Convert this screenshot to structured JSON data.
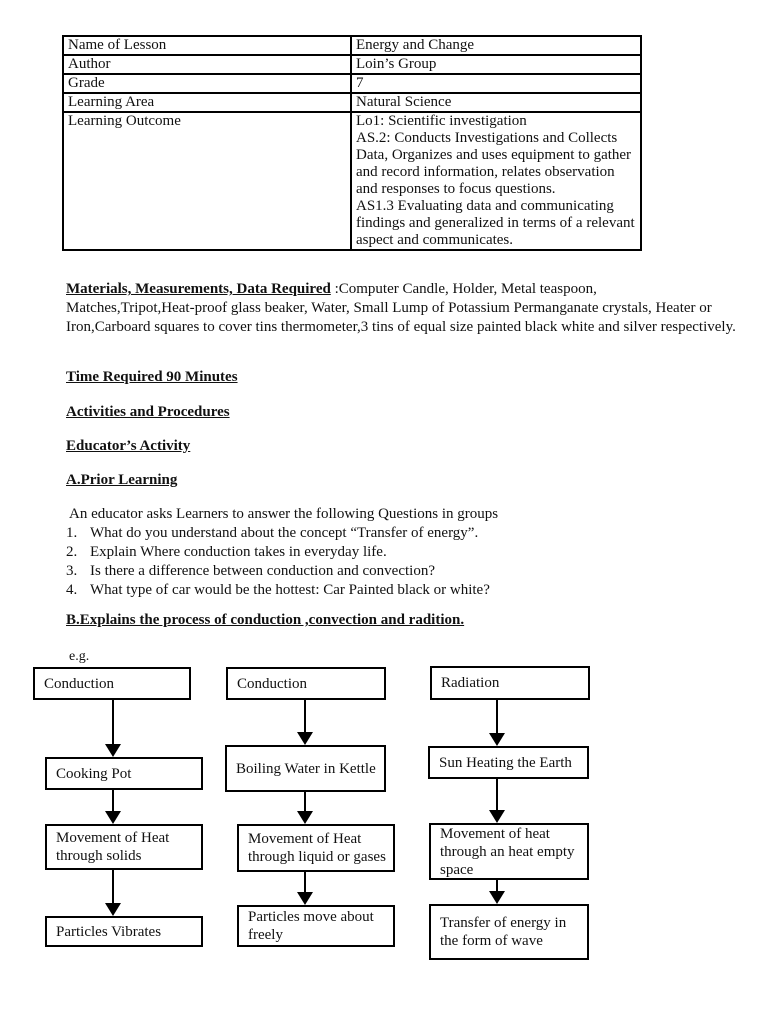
{
  "table": {
    "rows": [
      {
        "label": "Name of Lesson",
        "value": "Energy and Change"
      },
      {
        "label": "Author",
        "value": "Loin’s Group"
      },
      {
        "label": "Grade",
        "value": "7"
      },
      {
        "label": "Learning Area",
        "value": "Natural Science"
      },
      {
        "label": "Learning Outcome",
        "value": "Lo1: Scientific investigation\nAS.2: Conducts Investigations and Collects Data, Organizes and uses equipment to gather and record information, relates observation and responses to focus questions.\nAS1.3 Evaluating data and communicating findings and generalized in terms of a relevant aspect and communicates."
      }
    ]
  },
  "materials": {
    "label": "Materials, Measurements, Data Required",
    "line1": " :Computer Candle, Holder, Metal teaspoon,",
    "rest": "Matches,Tripot,Heat-proof glass beaker, Water, Small Lump of Potassium Permanganate crystals, Heater or Iron,Carboard squares to cover tins thermometer,3 tins of equal size painted black white and silver respectively."
  },
  "headings": {
    "time_required": "Time Required 90 Minutes",
    "activities": "Activities and Procedures",
    "educator_activity": "Educator’s Activity",
    "prior_learning": "A.Prior Learning",
    "explains": "B.Explains the process of conduction ,convection and radition.",
    "eg": "e.g."
  },
  "prior_learning": {
    "intro": "An educator asks Learners to answer the following Questions in groups",
    "questions": [
      {
        "num": "1.",
        "text": "What do you understand about the concept “Transfer of energy”."
      },
      {
        "num": "2.",
        "text": "Explain Where conduction takes in everyday life."
      },
      {
        "num": "3.",
        "text": "Is there a difference between conduction and convection?"
      },
      {
        "num": "4.",
        "text": "What type of car would be the hottest: Car Painted black or white?"
      }
    ]
  },
  "flowchart": {
    "columns": [
      {
        "boxes": [
          "Conduction",
          "Cooking Pot",
          "Movement of Heat through solids",
          "Particles Vibrates"
        ]
      },
      {
        "boxes": [
          "Conduction",
          "Boiling Water in Kettle",
          "Movement of Heat through liquid or gases",
          "Particles move about freely"
        ]
      },
      {
        "boxes": [
          "Radiation",
          "Sun Heating the Earth",
          "Movement of heat through an heat empty space",
          "Transfer of energy in the form of wave"
        ]
      }
    ]
  }
}
